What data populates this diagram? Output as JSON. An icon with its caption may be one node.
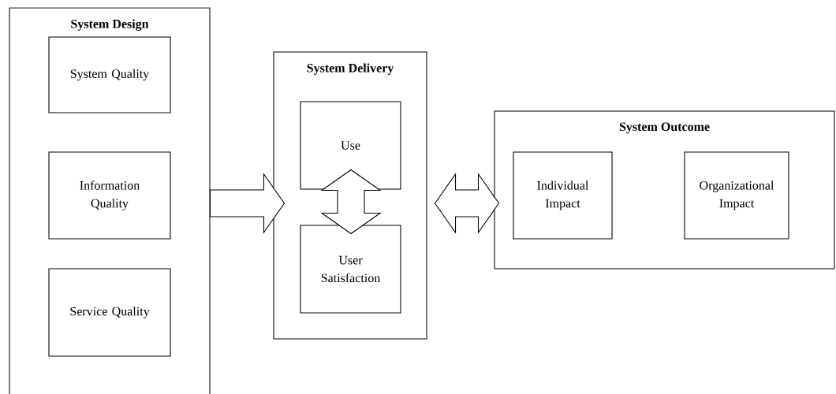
{
  "diagram": {
    "nodes": [
      {
        "text": [
          "System Design"
        ]
      },
      {
        "text": [
          "System Quality"
        ],
        "in": 0
      },
      {
        "text": [
          "Information Quality"
        ],
        "in": 0
      },
      {
        "text": [
          "Service Quality"
        ],
        "in": 0
      },
      {
        "text": [
          "System Delivery"
        ]
      },
      {
        "text": [
          "Use"
        ],
        "in": 4
      },
      {
        "text": [
          "User Satisfaction"
        ],
        "in": 4
      },
      {
        "text": [
          "System Outcome"
        ]
      },
      {
        "text": [
          "Individual Impact"
        ],
        "in": 7
      },
      {
        "text": [
          "Organizational Impact"
        ],
        "in": 7
      }
    ],
    "edges": [
      {
        "from": 0,
        "to": 4,
        "arrow": "to"
      },
      {
        "from": 5,
        "to": 6,
        "arrow": "both"
      },
      {
        "from": 4,
        "to": 7,
        "arrow": "both"
      }
    ]
  }
}
